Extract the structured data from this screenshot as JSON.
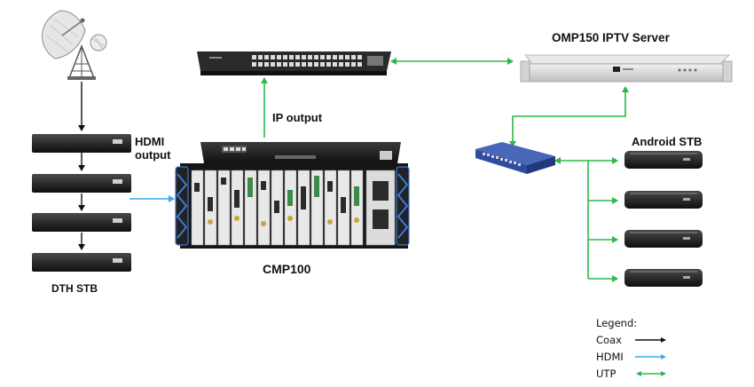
{
  "labels": {
    "server": "OMP150 IPTV Server",
    "ip_output": "IP output",
    "hdmi_output_line1": "HDMI",
    "hdmi_output_line2": "output",
    "android_stb": "Android STB",
    "cmp100": "CMP100",
    "dth_stb": "DTH STB"
  },
  "legend": {
    "title": "Legend:",
    "items": [
      {
        "label": "Coax",
        "color": "#111111",
        "style": "single-arrow"
      },
      {
        "label": "HDMI",
        "color": "#3aa9e8",
        "style": "single-arrow"
      },
      {
        "label": "UTP",
        "color": "#2db84a",
        "style": "double-arrow"
      }
    ]
  },
  "colors": {
    "coax": "#111111",
    "hdmi": "#3aa9e8",
    "utp": "#2db84a",
    "switch_blue": "#2f4d9e"
  },
  "devices": [
    "satellite-dish-icon",
    "dth-stb-icon",
    "gigabit-switch-icon",
    "iptv-server-icon",
    "cmp100-chassis-icon",
    "blue-switch-icon",
    "android-stb-icon"
  ]
}
